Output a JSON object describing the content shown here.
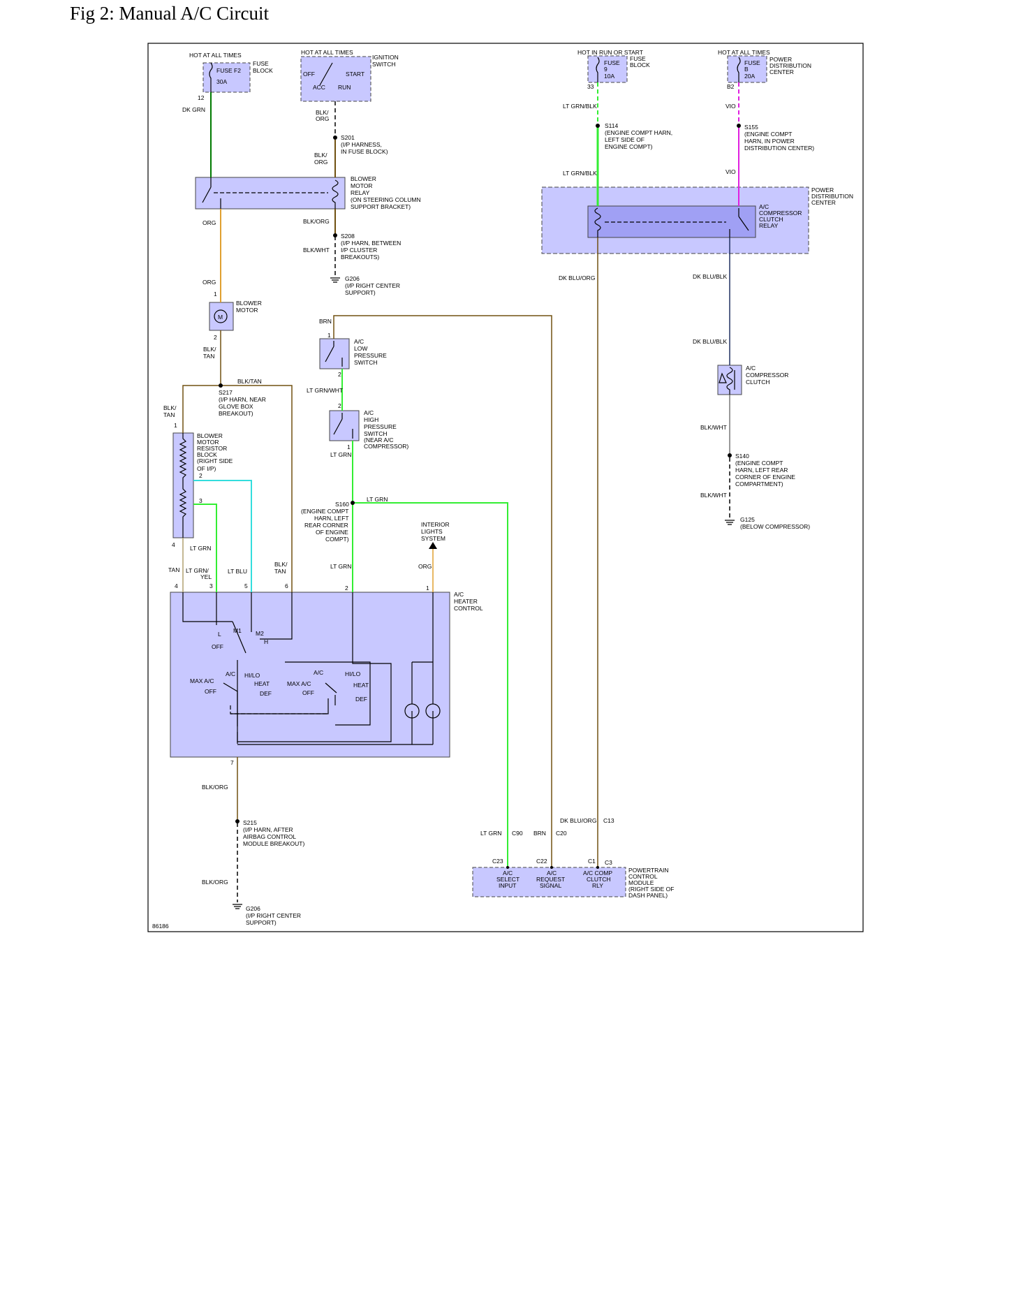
{
  "title": "Fig 2: Manual A/C Circuit",
  "figure_number": "86186",
  "colors": {
    "component_fill": "#c8c8ff",
    "relay_fill": "#a0a0f4",
    "dk_grn": "#007a00",
    "lt_grn": "#33ee33",
    "org": "#e0a030",
    "brn": "#705010",
    "blu": "#33dddd",
    "vio": "#e020e0",
    "dk_blu": "#203060",
    "tan": "#b0a070",
    "black": "#000000"
  },
  "labels": {
    "hot1": "HOT AT ALL TIMES",
    "fuse_f2": "FUSE F2",
    "fuse_f2_amp": "30A",
    "fuse_block_1": "FUSE",
    "fuse_block_2": "BLOCK",
    "pin12": "12",
    "dk_grn": "DK GRN",
    "hot2": "HOT AT ALL TIMES",
    "ign1": "IGNITION",
    "ign2": "SWITCH",
    "off": "OFF",
    "start": "START",
    "acc": "ACC",
    "run": "RUN",
    "blkorg_a1": "BLK/",
    "blkorg_a2": "ORG",
    "s201": "S201",
    "s201_d1": "(I/P HARNESS,",
    "s201_d2": "IN FUSE BLOCK)",
    "blkorg_b1": "BLK/",
    "blkorg_b2": "ORG",
    "bmr1": "BLOWER",
    "bmr2": "MOTOR",
    "bmr3": "RELAY",
    "bmr4": "(ON STEERING COLUMN",
    "bmr5": "SUPPORT BRACKET)",
    "org_a": "ORG",
    "blkorg_c": "BLK/ORG",
    "s208": "S208",
    "s208_d1": "(I/P HARN, BETWEEN",
    "s208_d2": "I/P CLUSTER",
    "s208_d3": "BREAKOUTS)",
    "blkwht_a": "BLK/WHT",
    "g206a": "G206",
    "g206a_d1": "(I/P RIGHT CENTER",
    "g206a_d2": "SUPPORT)",
    "org_b": "ORG",
    "bm_pin1": "1",
    "bm1": "BLOWER",
    "bm2": "MOTOR",
    "bm_m": "M",
    "bm_pin2": "2",
    "blktan_a1": "BLK/",
    "blktan_a2": "TAN",
    "blktan_b": "BLK/TAN",
    "s217": "S217",
    "s217_d1": "(I/P HARN, NEAR",
    "s217_d2": "GLOVE BOX",
    "s217_d3": "BREAKOUT)",
    "blktan_c1": "BLK/",
    "blktan_c2": "TAN",
    "res_pin1": "1",
    "res1": "BLOWER",
    "res2": "MOTOR",
    "res3": "RESISTOR",
    "res4": "BLOCK",
    "res5": "(RIGHT SIDE",
    "res6": "OF I/P)",
    "res_pin2": "2",
    "res_pin3": "3",
    "res_pin4": "4",
    "ltgrn_a": "LT GRN",
    "tan": "TAN",
    "ltgrnyel1": "LT GRN/",
    "ltgrnyel2": "YEL",
    "ltblu": "LT BLU",
    "blktan_d1": "BLK/",
    "blktan_d2": "TAN",
    "brn_a": "BRN",
    "lps_pin1": "1",
    "lps1": "A/C",
    "lps2": "LOW",
    "lps3": "PRESSURE",
    "lps4": "SWITCH",
    "lps_pin2": "2",
    "ltgrnwht": "LT GRN/WHT",
    "hps_pin2": "2",
    "hps1": "A/C",
    "hps2": "HIGH",
    "hps3": "PRESSURE",
    "hps4": "SWITCH",
    "hps5": "(NEAR A/C",
    "hps6": "COMPRESSOR)",
    "hps_pin1": "1",
    "ltgrn_b": "LT GRN",
    "s160": "S160",
    "s160_d1": "(ENGINE COMPT",
    "s160_d2": "HARN, LEFT",
    "s160_d3": "REAR CORNER",
    "s160_d4": "OF ENGINE",
    "s160_d5": "COMPT)",
    "ltgrn_c": "LT GRN",
    "ltgrn_d": "LT GRN",
    "interior1": "INTERIOR",
    "interior2": "LIGHTS",
    "interior3": "SYSTEM",
    "org_c": "ORG",
    "ahc1": "A/C",
    "ahc2": "HEATER",
    "ahc3": "CONTROL",
    "p4": "4",
    "p3": "3",
    "p5": "5",
    "p6": "6",
    "p2": "2",
    "p1": "1",
    "l": "L",
    "m1": "M1",
    "m2": "M2",
    "h": "H",
    "off2": "OFF",
    "ac_a": "A/C",
    "hilo_a": "HI/LO",
    "maxac_a": "MAX A/C",
    "heat_a": "HEAT",
    "off3": "OFF",
    "def_a": "DEF",
    "ac_b": "A/C",
    "hilo_b": "HI/LO",
    "maxac_b": "MAX A/C",
    "heat_b": "HEAT",
    "off4": "OFF",
    "def_b": "DEF",
    "p7": "7",
    "blkorg_d": "BLK/ORG",
    "s215": "S215",
    "s215_d1": "(I/P HARN, AFTER",
    "s215_d2": "AIRBAG CONTROL",
    "s215_d3": "MODULE BREAKOUT)",
    "blkorg_e": "BLK/ORG",
    "g206b": "G206",
    "g206b_d1": "(I/P RIGHT CENTER",
    "g206b_d2": "SUPPORT)",
    "hot3": "HOT IN RUN OR START",
    "fuse9": "FUSE",
    "fuse9_n": "9",
    "fuse9_amp": "10A",
    "fb2_1": "FUSE",
    "fb2_2": "BLOCK",
    "pin33": "33",
    "ltgrnblk_a": "LT GRN/BLK",
    "s114": "S114",
    "s114_d1": "(ENGINE COMPT HARN,",
    "s114_d2": "LEFT SIDE OF",
    "s114_d3": "ENGINE COMPT)",
    "ltgrnblk_b": "LT GRN/BLK",
    "hot4": "HOT AT ALL TIMES",
    "fuseb": "FUSE",
    "fuseb_n": "B",
    "fuseb_amp": "20A",
    "pdc1": "POWER",
    "pdc2": "DISTRIBUTION",
    "pdc3": "CENTER",
    "pinb2": "B2",
    "vio_a": "VIO",
    "s155": "S155",
    "s155_d1": "(ENGINE COMPT",
    "s155_d2": "HARN, IN POWER",
    "s155_d3": "DISTRIBUTION CENTER)",
    "vio_b": "VIO",
    "pdcb1": "POWER",
    "pdcb2": "DISTRIBUTION",
    "pdcb3": "CENTER",
    "accr1": "A/C",
    "accr2": "COMPRESSOR",
    "accr3": "CLUTCH",
    "accr4": "RELAY",
    "dkbluorg_a": "DK BLU/ORG",
    "dkblublk_a": "DK BLU/BLK",
    "dkblublk_b": "DK BLU/BLK",
    "acc1": "A/C",
    "acc2": "COMPRESSOR",
    "acc3": "CLUTCH",
    "blkwht_b": "BLK/WHT",
    "s140": "S140",
    "s140_d1": "(ENGINE COMPT",
    "s140_d2": "HARN, LEFT REAR",
    "s140_d3": "CORNER OF ENGINE",
    "s140_d4": "COMPARTMENT)",
    "blkwht_c": "BLK/WHT",
    "g125": "G125",
    "g125_d1": "(BELOW COMPRESSOR)",
    "dkbluorg_b": "DK BLU/ORG",
    "c13": "C13",
    "ltgrn_e": "LT GRN",
    "c90": "C90",
    "brn_b": "BRN",
    "c20": "C20",
    "c23": "C23",
    "c22": "C22",
    "c1": "C1",
    "c3": "C3",
    "pcm_in1": "A/C",
    "pcm_in2": "SELECT",
    "pcm_in3": "INPUT",
    "pcm_req1": "A/C",
    "pcm_req2": "REQUEST",
    "pcm_req3": "SIGNAL",
    "pcm_rly1": "A/C COMP",
    "pcm_rly2": "CLUTCH",
    "pcm_rly3": "RLY",
    "pcm1": "POWERTRAIN",
    "pcm2": "CONTROL",
    "pcm3": "MODULE",
    "pcm4": "(RIGHT SIDE OF",
    "pcm5": "DASH PANEL)"
  }
}
